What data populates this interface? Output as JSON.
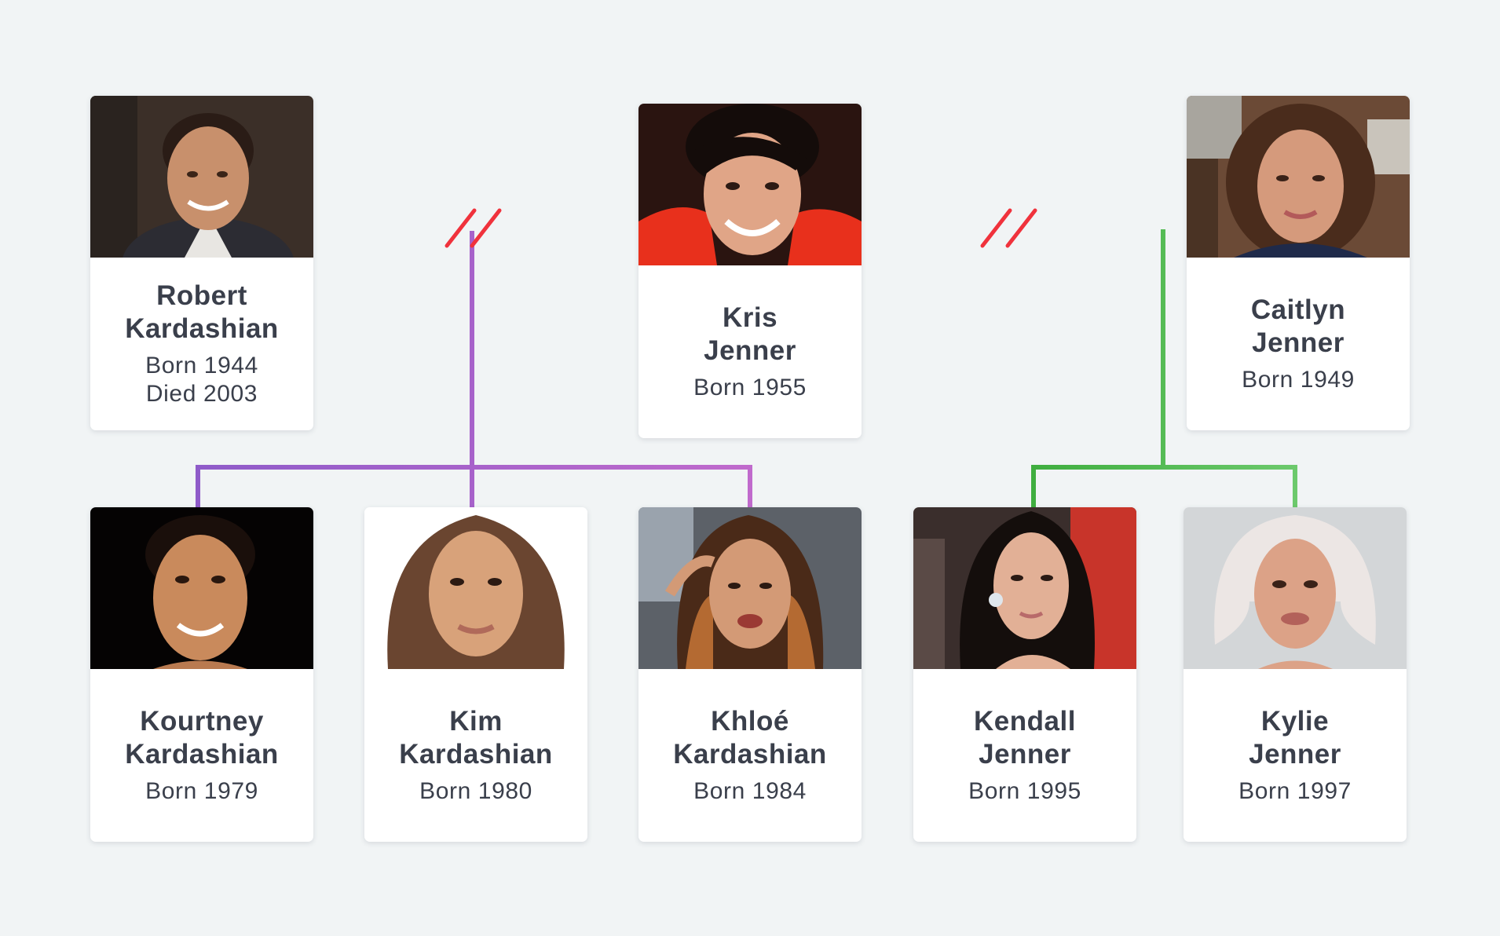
{
  "people": {
    "robert": {
      "first": "Robert",
      "last": "Kardashian",
      "born": "Born 1944",
      "died": "Died 2003"
    },
    "kris": {
      "first": "Kris",
      "last": "Jenner",
      "born": "Born 1955"
    },
    "caitlyn": {
      "first": "Caitlyn",
      "last": "Jenner",
      "born": "Born 1949"
    },
    "kourtney": {
      "first": "Kourtney",
      "last": "Kardashian",
      "born": "Born 1979"
    },
    "kim": {
      "first": "Kim",
      "last": "Kardashian",
      "born": "Born 1980"
    },
    "khloe": {
      "first": "Khloé",
      "last": "Kardashian",
      "born": "Born 1984"
    },
    "kendall": {
      "first": "Kendall",
      "last": "Jenner",
      "born": "Born 1995"
    },
    "kylie": {
      "first": "Kylie",
      "last": "Jenner",
      "born": "Born 1997"
    }
  },
  "colors": {
    "background": "#f1f4f5",
    "kardashian_line": "#9b5fcf",
    "jenner_line": "#4db84d",
    "divorce_mark": "#f0323c",
    "card": "#ffffff",
    "text": "#3a3f4b"
  },
  "relationships": [
    {
      "partners": [
        "Robert Kardashian",
        "Kris Jenner"
      ],
      "status": "divorced",
      "children": [
        "Kourtney Kardashian",
        "Kim Kardashian",
        "Khloé Kardashian"
      ]
    },
    {
      "partners": [
        "Kris Jenner",
        "Caitlyn Jenner"
      ],
      "status": "divorced",
      "children": [
        "Kendall Jenner",
        "Kylie Jenner"
      ]
    }
  ]
}
